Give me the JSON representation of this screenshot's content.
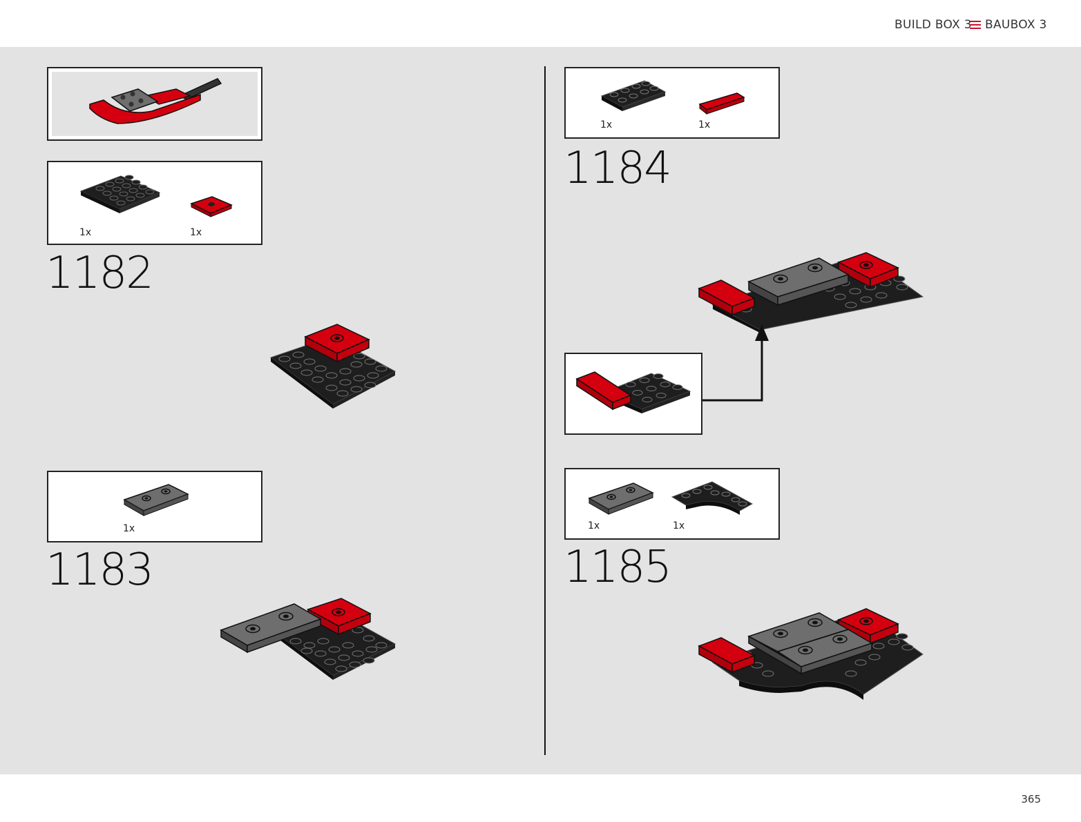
{
  "header": {
    "left_label": "BUILD BOX 3",
    "right_label": "BAUBOX 3",
    "separator_icon": "triple-bar-icon",
    "accent_color": "#c8102e"
  },
  "footer": {
    "page_number": "365"
  },
  "steps": [
    {
      "number": "1182",
      "parts": [
        {
          "qty": "1x",
          "part": "black-plate-4x4-icon"
        },
        {
          "qty": "1x",
          "part": "red-jumper-plate-icon"
        }
      ]
    },
    {
      "number": "1183",
      "parts": [
        {
          "qty": "1x",
          "part": "gray-jumper-plate-1x3-icon"
        }
      ]
    },
    {
      "number": "1184",
      "parts": [
        {
          "qty": "1x",
          "part": "black-plate-2x4-icon"
        },
        {
          "qty": "1x",
          "part": "red-tile-1x4-icon"
        }
      ]
    },
    {
      "number": "1185",
      "parts": [
        {
          "qty": "1x",
          "part": "gray-jumper-plate-1x3-icon"
        },
        {
          "qty": "1x",
          "part": "black-curved-plate-icon"
        }
      ]
    }
  ],
  "colors": {
    "red": "#d4000f",
    "black": "#1e1e1e",
    "gray": "#6e6e6e",
    "background": "#e3e3e3"
  }
}
